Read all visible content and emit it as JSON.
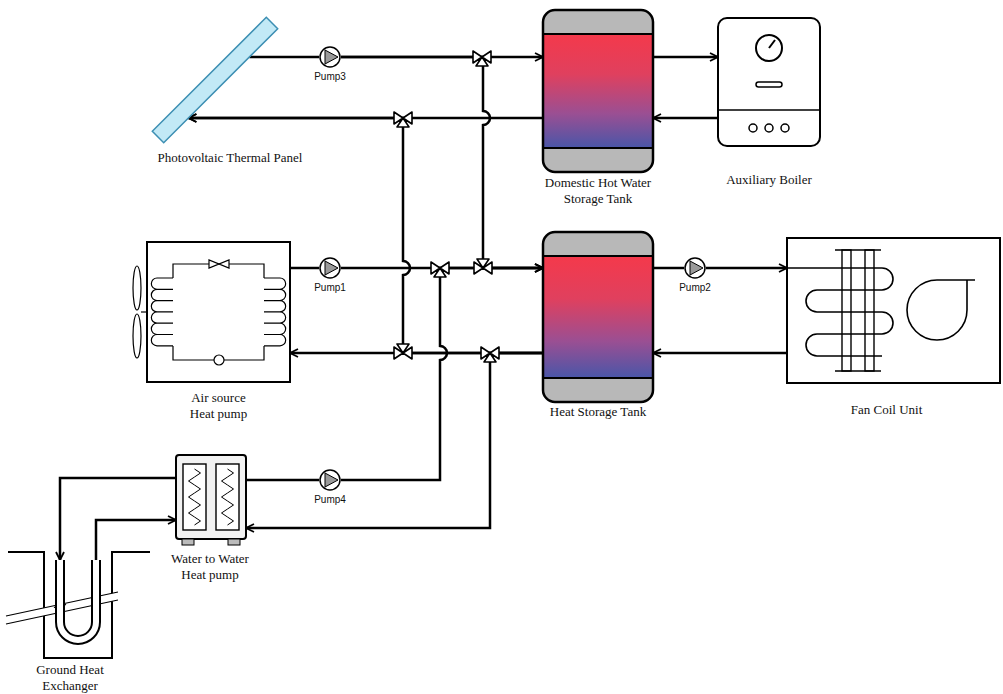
{
  "diagram": {
    "nodes": [
      {
        "text": [
          "Photovoltaic Thermal Panel"
        ]
      },
      {
        "text": [
          "Pump3"
        ]
      },
      {
        "text": [
          "Domestic Hot Water Storage Tank"
        ]
      },
      {
        "text": [
          "Auxiliary Boiler"
        ]
      },
      {
        "text": [
          "Air source Heat pump"
        ]
      },
      {
        "text": [
          "Pump1"
        ]
      },
      {
        "text": [
          "Heat Storage Tank"
        ]
      },
      {
        "text": [
          "Pump2"
        ]
      },
      {
        "text": [
          "Fan Coil Unit"
        ]
      },
      {
        "text": [
          "Water to Water Heat pump"
        ]
      },
      {
        "text": [
          "Pump4"
        ]
      },
      {
        "text": [
          "Ground Heat Exchanger"
        ]
      }
    ],
    "edges": [
      {
        "from": 0,
        "to": 1,
        "arrow": "none"
      },
      {
        "from": 1,
        "to": 2,
        "arrow": "to"
      },
      {
        "from": 1,
        "to": 6,
        "arrow": "to"
      },
      {
        "from": 2,
        "to": 0,
        "arrow": "to"
      },
      {
        "from": 2,
        "to": 3,
        "arrow": "to"
      },
      {
        "from": 3,
        "to": 2,
        "arrow": "to"
      },
      {
        "from": 4,
        "to": 5,
        "arrow": "none"
      },
      {
        "from": 5,
        "to": 6,
        "arrow": "to"
      },
      {
        "from": 6,
        "to": 4,
        "arrow": "to"
      },
      {
        "from": 6,
        "to": 0,
        "arrow": "to"
      },
      {
        "from": 6,
        "to": 7,
        "arrow": "none"
      },
      {
        "from": 7,
        "to": 8,
        "arrow": "to"
      },
      {
        "from": 8,
        "to": 6,
        "arrow": "to"
      },
      {
        "from": 9,
        "to": 10,
        "arrow": "none"
      },
      {
        "from": 10,
        "to": 6,
        "arrow": "to"
      },
      {
        "from": 6,
        "to": 9,
        "arrow": "to"
      },
      {
        "from": 9,
        "to": 11,
        "arrow": "to"
      },
      {
        "from": 11,
        "to": 9,
        "arrow": "to"
      }
    ]
  }
}
